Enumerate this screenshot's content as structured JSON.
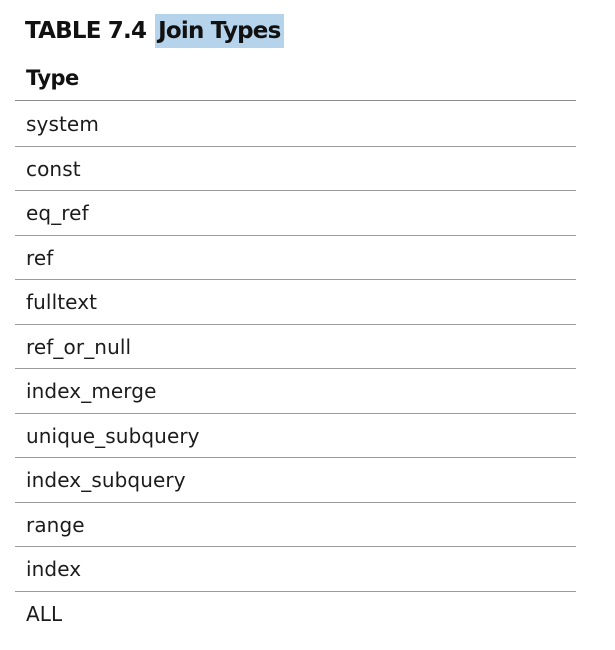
{
  "table": {
    "label": "TABLE 7.4",
    "caption": "Join Types",
    "caption_highlight_color": "#b5d3ea",
    "columns": [
      "Type"
    ],
    "rows": [
      "system",
      "const",
      "eq_ref",
      "ref",
      "fulltext",
      "ref_or_null",
      "index_merge",
      "unique_subquery",
      "index_subquery",
      "range",
      "index",
      "ALL"
    ]
  }
}
